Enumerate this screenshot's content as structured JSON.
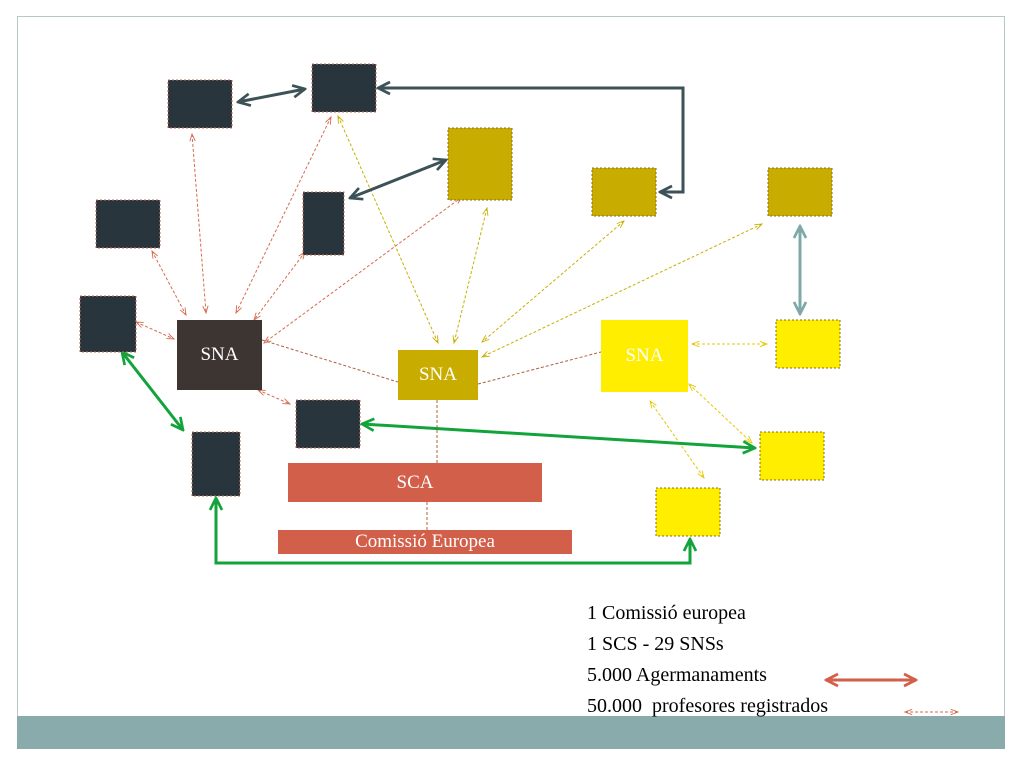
{
  "diagram": {
    "labels": {
      "sna_left": "SNA",
      "sna_center": "SNA",
      "sna_right": "SNA",
      "sca": "SCA",
      "commission": "Comissió Europea"
    },
    "colors": {
      "dark_node": "#29353d",
      "brown_node": "#3d3532",
      "olive_node": "#c9ac00",
      "yellow_node": "#ffee00",
      "coral_bar": "#d25f49",
      "twinning_arrow": "#3c5257",
      "green_arrow": "#12a33b",
      "teal_arrow": "#7fa8a8",
      "dotted_red": "#d56b4f",
      "dotted_yellow": "#c9b000"
    }
  },
  "legend": {
    "line1": "1 Comissió europea",
    "line2": "1 SCS - 29 SNSs",
    "line3": "5.000 Agermanaments",
    "line4": "50.000  profesores registrados"
  }
}
